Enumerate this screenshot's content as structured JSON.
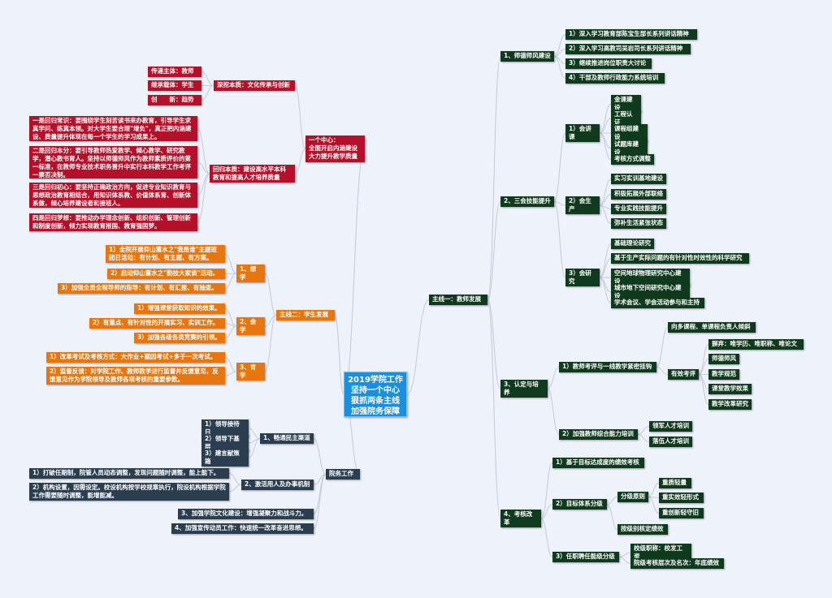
{
  "center": {
    "title": "2019学院工作\n坚持一个中心\n狠抓两条主线\n加强院务保障"
  },
  "center_branch": {
    "label": "一个中心：\n全面开启内涵建设\n大力提升教学质量",
    "essence": {
      "label": "深挖本质：文化传承与创新",
      "items": [
        "传递主体：教师",
        "继承载体：学生",
        "创　　新：趋势"
      ]
    },
    "return": {
      "label": "回归本质：建设高水平本科\n教育和提高人才培养质量",
      "items": [
        "一是回归常识：要围绕学生刻苦读书来办教育，引导学生求真学问、练真本领。对大学生要合理\"增负\"，真正把内涵建设、质量提升体现在每一个学生的学习成果上。",
        "二是回归本分：要引导教师热爱教学、倾心教学、研究教学，潜心教书育人。坚持以师德师风作为教师素质评价的第一标准，在教师专业技术职务晋升中实行本科教学工作考评一票否决制。",
        "三是回归初心：要坚持正确政治方向，促进专业知识教育与思想政治教育相结合，用知识体系教、价值体系育、创新体系做，倾心培养建设者和接班人。",
        "四是回归梦想：要推动办学理念创新、组织创新、管理创新和制度创新，倾力实现教育报国、教育强国梦。"
      ]
    }
  },
  "student_line": {
    "label": "主线二：学生发展",
    "groups": [
      {
        "label": "1、想学",
        "items": [
          "1）全院开展仰山蓄水之\"我是谁\"主题班团日活动：有计划、有主题、有方案。",
          "2）启动仰山蓄水之\"勤技大家谈\"活动。",
          "3）加强全员全程导师的指导：有计划、有汇报、有抽查。"
        ]
      },
      {
        "label": "2、会学",
        "items": [
          "1）增强课堂获取知识的效果。",
          "2）有重点、有针对性的开展实习、实训工作。",
          "3）加强各级各类竞赛的引领。"
        ]
      },
      {
        "label": "3、肯学",
        "items": [
          "1）改革考试及考核方式：大作业+据因考试+多于一次考试。",
          "2）监督反馈：对学院工作、教师教学进行监督并反馈意见，反馈意见作为学院领导及教师各项考核的重要参数。"
        ]
      }
    ]
  },
  "affairs": {
    "label": "院务工作",
    "groups": [
      {
        "label": "1、畅通民主渠道",
        "items": [
          "1）领导接待日",
          "2）领导下基层",
          "3）建言献策箱"
        ]
      },
      {
        "label": "2、激活用人及办事机制",
        "items": [
          "1）打破任期制，院管人员动态调整，发现问题随时调整，能上能下。",
          "2）机构设置，因需设定。校设机构按学校规章执行，院设机构根据学院工作需要随时调整，能增能减。"
        ]
      },
      {
        "label": "3、加强学院文化建设：增强凝聚力和战斗力。"
      },
      {
        "label": "4、加强宣传动员工作：快速统一改革奋进思想。"
      }
    ]
  },
  "teacher_line": {
    "label": "主线一：教师发展",
    "ethics": {
      "label": "1、师德师风建设",
      "items": [
        "1）深入学习教育部陈宝生部长系列讲话精神",
        "2）深入学习高教司吴岩司长系列讲话精神",
        "3）继续推进岗位职责大讨论",
        "4）干部及教师行政能力系统培训"
      ]
    },
    "skills": {
      "label": "2、三会技能提升",
      "teach": {
        "label": "1）会讲课",
        "items": [
          "金课建设",
          "工程认证",
          "课程组建设",
          "试题库建设",
          "考核方式调整"
        ]
      },
      "produce": {
        "label": "2）会生产",
        "items": [
          "实习实训基地建设",
          "积极拓展外部联络",
          "专业实践技能提升",
          "弥补生活紧张状态"
        ]
      },
      "research": {
        "label": "3）会研究",
        "items": [
          "基础理论研究",
          "基于生产实际问题的有针对性时效性的科学研究",
          "空间地球物理研究中心建设",
          "城市地下空间研究中心建设",
          "学术会议、学会活动参与和主持"
        ]
      }
    },
    "cultivate": {
      "label": "3、认定与培养",
      "eval": {
        "label": "1）教师考评与一线教学紧密挂钩",
        "tilt": "向多课程、单课程负责人倾斜",
        "effective": {
          "label": "有效考评",
          "items": [
            "摒弃：唯学历、唯职称、唯论文",
            "师德师风",
            "教学规范",
            "课堂教学效果",
            "教学改革研究"
          ]
        }
      },
      "train": {
        "label": "2）加强教师综合能力培训",
        "items": [
          "领军人才培训",
          "落伍人才培训"
        ]
      }
    },
    "reform": {
      "label": "4、考核改革",
      "a": "1）基于目标达成度的绩效考核",
      "b": {
        "label": "2）目标体系分级",
        "principle": {
          "label": "分级原则",
          "items": [
            "重质轻量",
            "重实效轻形式",
            "重创新轻守旧"
          ]
        },
        "grade": "按级别核定绩效"
      },
      "c": {
        "label": "3）任职聘任能级分级",
        "items": [
          "校级职称：校发工资",
          "院级考核层次及名次：年底绩效"
        ]
      }
    }
  },
  "colors": {
    "center": "#1a8fe0",
    "red": "#b5102a",
    "orange": "#e8760e",
    "dark": "#2b3e50",
    "green": "#0f3a1e",
    "link": "#c3cad8"
  }
}
